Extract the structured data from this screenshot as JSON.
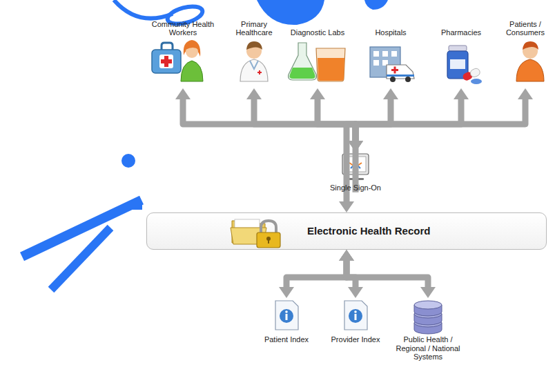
{
  "diagram": {
    "nodes": [
      {
        "text": [
          "Community Health Workers"
        ]
      },
      {
        "text": [
          "Primary Healthcare"
        ]
      },
      {
        "text": [
          "Diagnostic Labs"
        ]
      },
      {
        "text": [
          "Hospitals"
        ]
      },
      {
        "text": [
          "Pharmacies"
        ]
      },
      {
        "text": [
          "Patients / Consumers"
        ]
      },
      {
        "text": [
          "Single Sign-On"
        ]
      },
      {
        "text": [
          "Electronic Health Record"
        ]
      },
      {
        "text": [
          "Patient Index"
        ]
      },
      {
        "text": [
          "Provider Index"
        ]
      },
      {
        "text": [
          "Public Health / Regional / National Systems"
        ]
      }
    ],
    "edges": [
      {
        "from": 6,
        "to": 0,
        "arrow": "both"
      },
      {
        "from": 6,
        "to": 1,
        "arrow": "both"
      },
      {
        "from": 6,
        "to": 2,
        "arrow": "both"
      },
      {
        "from": 6,
        "to": 3,
        "arrow": "both"
      },
      {
        "from": 6,
        "to": 4,
        "arrow": "both"
      },
      {
        "from": 6,
        "to": 5,
        "arrow": "both"
      },
      {
        "from": 6,
        "to": 7,
        "arrow": "to"
      },
      {
        "from": 7,
        "to": 8,
        "arrow": "both"
      },
      {
        "from": 7,
        "to": 9,
        "arrow": "both"
      },
      {
        "from": 7,
        "to": 10,
        "arrow": "both"
      }
    ]
  }
}
